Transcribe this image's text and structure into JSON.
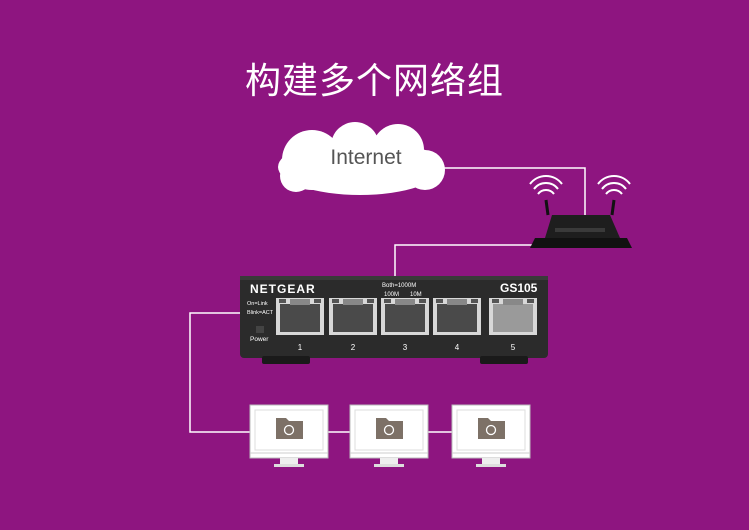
{
  "title": "构建多个网络组",
  "cloud": {
    "label": "Internet"
  },
  "switch": {
    "brand": "NETGEAR",
    "model": "GS105",
    "speed_legend": {
      "both": "Both=1000M",
      "left": "100M",
      "right": "10M"
    },
    "led_legend": {
      "line1": "On=Link",
      "line2": "Blink=ACT"
    },
    "power_label": "Power",
    "ports": [
      "1",
      "2",
      "3",
      "4",
      "5"
    ]
  },
  "colors": {
    "background": "#8e1580",
    "switch_body": "#2b2b2b",
    "cloud": "#ffffff",
    "line": "#ffffff"
  },
  "icons": [
    "cloud-icon",
    "router-icon",
    "switch-icon",
    "monitor-icon",
    "folder-icon"
  ]
}
